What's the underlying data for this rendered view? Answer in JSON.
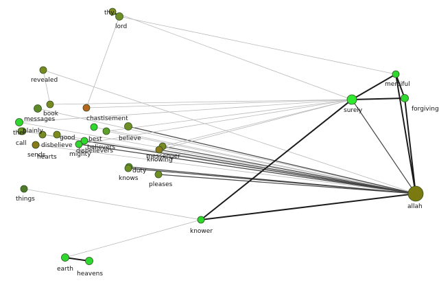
{
  "graph": {
    "nodes": [
      {
        "id": "thy",
        "label": "thy",
        "color": "#7e8c1e"
      },
      {
        "id": "lord",
        "label": "lord",
        "color": "#6f8f25"
      },
      {
        "id": "revealed",
        "label": "revealed",
        "color": "#7a8a22"
      },
      {
        "id": "book",
        "label": "book",
        "color": "#7a8a22"
      },
      {
        "id": "chastisement",
        "label": "chastisement",
        "color": "#b5651d"
      },
      {
        "id": "messages",
        "label": "messages",
        "color": "#5f8a2a"
      },
      {
        "id": "the",
        "label": "the",
        "color": "#2fd82f"
      },
      {
        "id": "plainly",
        "label": "plainly",
        "color": "#7a8a22"
      },
      {
        "id": "call",
        "label": "call",
        "color": "#6e8e27"
      },
      {
        "id": "disbelieve",
        "label": "disbelieve",
        "color": "#7a8a22"
      },
      {
        "id": "good",
        "label": "good",
        "color": "#7e8c1e"
      },
      {
        "id": "best",
        "label": "best",
        "color": "#2fd82f"
      },
      {
        "id": "believers",
        "label": "believers",
        "color": "#5fa02a"
      },
      {
        "id": "believe",
        "label": "believe",
        "color": "#6f8f25"
      },
      {
        "id": "sends",
        "label": "sends",
        "color": "#8a7a1a"
      },
      {
        "id": "hearts",
        "label": "hearts",
        "color": "#8a7a1a"
      },
      {
        "id": "mighty",
        "label": "mighty",
        "color": "#2fd82f"
      },
      {
        "id": "disbelievers",
        "label": "disbelievers",
        "color": "#2fd82f"
      },
      {
        "id": "messenger",
        "label": "messenger",
        "color": "#7a8a22"
      },
      {
        "id": "knowing",
        "label": "knowing",
        "color": "#8a7a1a"
      },
      {
        "id": "duty",
        "label": "duty",
        "color": "#5fa02a"
      },
      {
        "id": "knows",
        "label": "knows",
        "color": "#6f8f25"
      },
      {
        "id": "pleases",
        "label": "pleases",
        "color": "#6f8f25"
      },
      {
        "id": "things",
        "label": "things",
        "color": "#4f7a2a"
      },
      {
        "id": "surely",
        "label": "surely",
        "color": "#2fe82f"
      },
      {
        "id": "merciful",
        "label": "merciful",
        "color": "#2fd82f"
      },
      {
        "id": "forgiving",
        "label": "forgiving",
        "color": "#2fd82f"
      },
      {
        "id": "allah",
        "label": "allah",
        "color": "#7a7a10"
      },
      {
        "id": "knower",
        "label": "knower",
        "color": "#2fd82f"
      },
      {
        "id": "earth",
        "label": "earth",
        "color": "#2fd82f"
      },
      {
        "id": "heavens",
        "label": "heavens",
        "color": "#2fd82f"
      }
    ],
    "edges": [
      [
        "thy",
        "lord"
      ],
      [
        "thy",
        "surely"
      ],
      [
        "lord",
        "merciful"
      ],
      [
        "lord",
        "chastisement"
      ],
      [
        "revealed",
        "book"
      ],
      [
        "revealed",
        "allah"
      ],
      [
        "messages",
        "allah"
      ],
      [
        "the",
        "allah"
      ],
      [
        "plainly",
        "allah"
      ],
      [
        "good",
        "allah"
      ],
      [
        "best",
        "allah"
      ],
      [
        "believers",
        "allah"
      ],
      [
        "believe",
        "allah"
      ],
      [
        "disbelieve",
        "allah"
      ],
      [
        "hearts",
        "allah"
      ],
      [
        "mighty",
        "allah"
      ],
      [
        "disbelievers",
        "allah"
      ],
      [
        "messenger",
        "allah"
      ],
      [
        "knowing",
        "allah"
      ],
      [
        "duty",
        "allah"
      ],
      [
        "knows",
        "allah"
      ],
      [
        "pleases",
        "allah"
      ],
      [
        "the",
        "surely"
      ],
      [
        "book",
        "surely"
      ],
      [
        "chastisement",
        "surely"
      ],
      [
        "mighty",
        "surely"
      ],
      [
        "messenger",
        "surely"
      ],
      [
        "knowing",
        "surely"
      ],
      [
        "believers",
        "surely"
      ],
      [
        "surely",
        "merciful"
      ],
      [
        "surely",
        "forgiving"
      ],
      [
        "surely",
        "allah"
      ],
      [
        "surely",
        "knower"
      ],
      [
        "merciful",
        "forgiving"
      ],
      [
        "merciful",
        "allah"
      ],
      [
        "forgiving",
        "allah"
      ],
      [
        "knower",
        "allah"
      ],
      [
        "things",
        "knower"
      ],
      [
        "earth",
        "knower"
      ],
      [
        "earth",
        "heavens"
      ]
    ]
  }
}
